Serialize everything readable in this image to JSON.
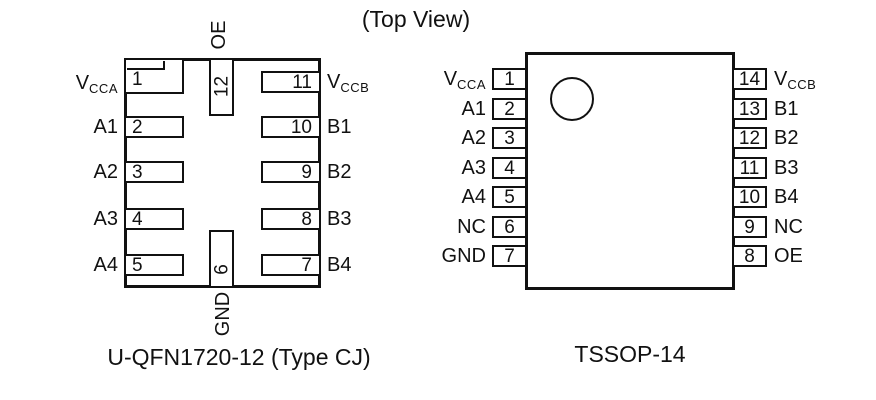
{
  "title": "(Top View)",
  "colors": {
    "line": "#111111",
    "background": "#ffffff"
  },
  "qfn": {
    "caption": "U-QFN1720-12 (Type CJ)",
    "left_pins": [
      {
        "number": "1",
        "label_base": "V",
        "label_sub": "CCA"
      },
      {
        "number": "2",
        "label_base": "A1"
      },
      {
        "number": "3",
        "label_base": "A2"
      },
      {
        "number": "4",
        "label_base": "A3"
      },
      {
        "number": "5",
        "label_base": "A4"
      }
    ],
    "right_pins": [
      {
        "number": "11",
        "label_base": "V",
        "label_sub": "CCB"
      },
      {
        "number": "10",
        "label_base": "B1"
      },
      {
        "number": "9",
        "label_base": "B2"
      },
      {
        "number": "8",
        "label_base": "B3"
      },
      {
        "number": "7",
        "label_base": "B4"
      }
    ],
    "top_pin": {
      "number": "12",
      "label": "OE"
    },
    "bottom_pin": {
      "number": "6",
      "label": "GND"
    }
  },
  "tssop": {
    "caption": "TSSOP-14",
    "left_pins": [
      {
        "number": "1",
        "label_base": "V",
        "label_sub": "CCA"
      },
      {
        "number": "2",
        "label_base": "A1"
      },
      {
        "number": "3",
        "label_base": "A2"
      },
      {
        "number": "4",
        "label_base": "A3"
      },
      {
        "number": "5",
        "label_base": "A4"
      },
      {
        "number": "6",
        "label_base": "NC"
      },
      {
        "number": "7",
        "label_base": "GND"
      }
    ],
    "right_pins": [
      {
        "number": "14",
        "label_base": "V",
        "label_sub": "CCB"
      },
      {
        "number": "13",
        "label_base": "B1"
      },
      {
        "number": "12",
        "label_base": "B2"
      },
      {
        "number": "11",
        "label_base": "B3"
      },
      {
        "number": "10",
        "label_base": "B4"
      },
      {
        "number": "9",
        "label_base": "NC"
      },
      {
        "number": "8",
        "label_base": "OE"
      }
    ]
  }
}
